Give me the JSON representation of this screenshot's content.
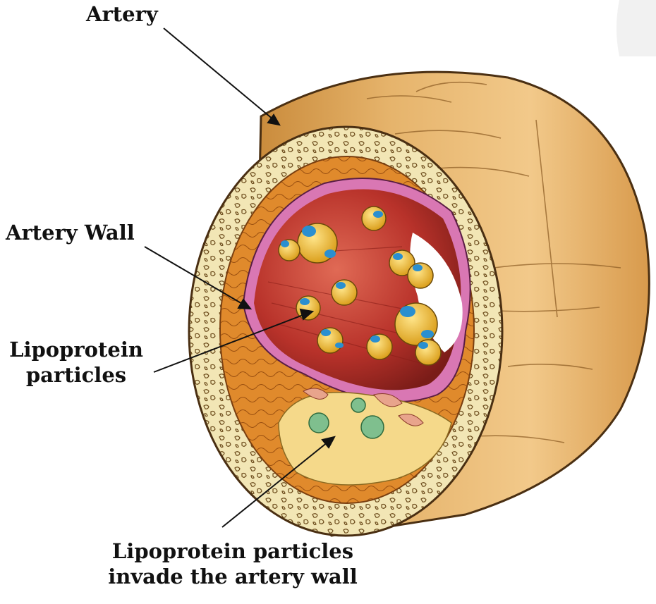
{
  "labels": {
    "artery": "Artery",
    "artery_wall": "Artery Wall",
    "lipoprotein_line1": "Lipoprotein",
    "lipoprotein_line2": "particles",
    "invade_line1": "Lipoprotein particles",
    "invade_line2": "invade the artery wall"
  },
  "colors": {
    "outer_tan": "#d9a65c",
    "adventitia": "#f2e6b5",
    "media_orange": "#e08a2c",
    "intima_pink": "#d977b3",
    "lumen_red": "#b8322a",
    "plaque_yellow": "#f5d98a",
    "particle_gold": "#f0b82a",
    "particle_blue": "#2a8fd0",
    "cell_green": "#7fbf8e"
  }
}
